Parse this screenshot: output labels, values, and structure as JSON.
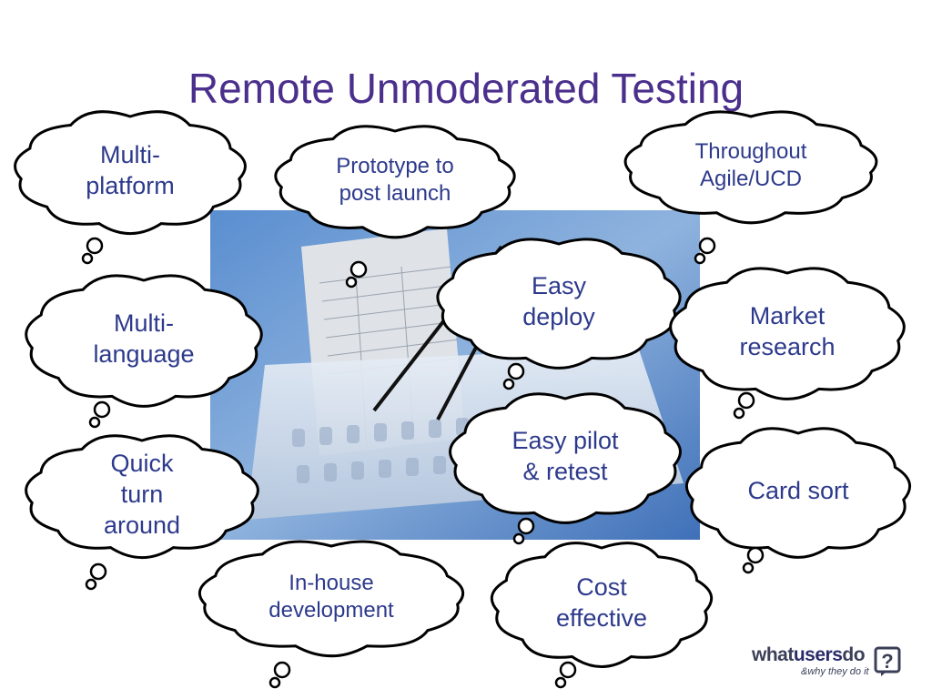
{
  "slide": {
    "title": "Remote Unmoderated Testing"
  },
  "clouds": [
    {
      "id": "multi-platform",
      "text": "Multi-\nplatform"
    },
    {
      "id": "prototype",
      "text": "Prototype to\npost launch"
    },
    {
      "id": "throughout",
      "text": "Throughout\nAgile/UCD"
    },
    {
      "id": "easy-deploy",
      "text": "Easy\ndeploy"
    },
    {
      "id": "multi-language",
      "text": "Multi-\nlanguage"
    },
    {
      "id": "market-research",
      "text": "Market\nresearch"
    },
    {
      "id": "easy-pilot",
      "text": "Easy pilot\n& retest"
    },
    {
      "id": "quick-turn",
      "text": "Quick\nturn\naround"
    },
    {
      "id": "card-sort",
      "text": "Card sort"
    },
    {
      "id": "in-house",
      "text": "In-house\ndevelopment"
    },
    {
      "id": "cost-effective",
      "text": "Cost\neffective"
    }
  ],
  "logo": {
    "prefix": "what",
    "mid": "users",
    "suffix": "do",
    "tagline": "&why they do it",
    "glyph": "?"
  },
  "colors": {
    "title": "#4b2f8c",
    "cloud_text": "#2d3a8c",
    "cloud_outline": "#000000",
    "photo_bg": "#4a7ec4"
  }
}
